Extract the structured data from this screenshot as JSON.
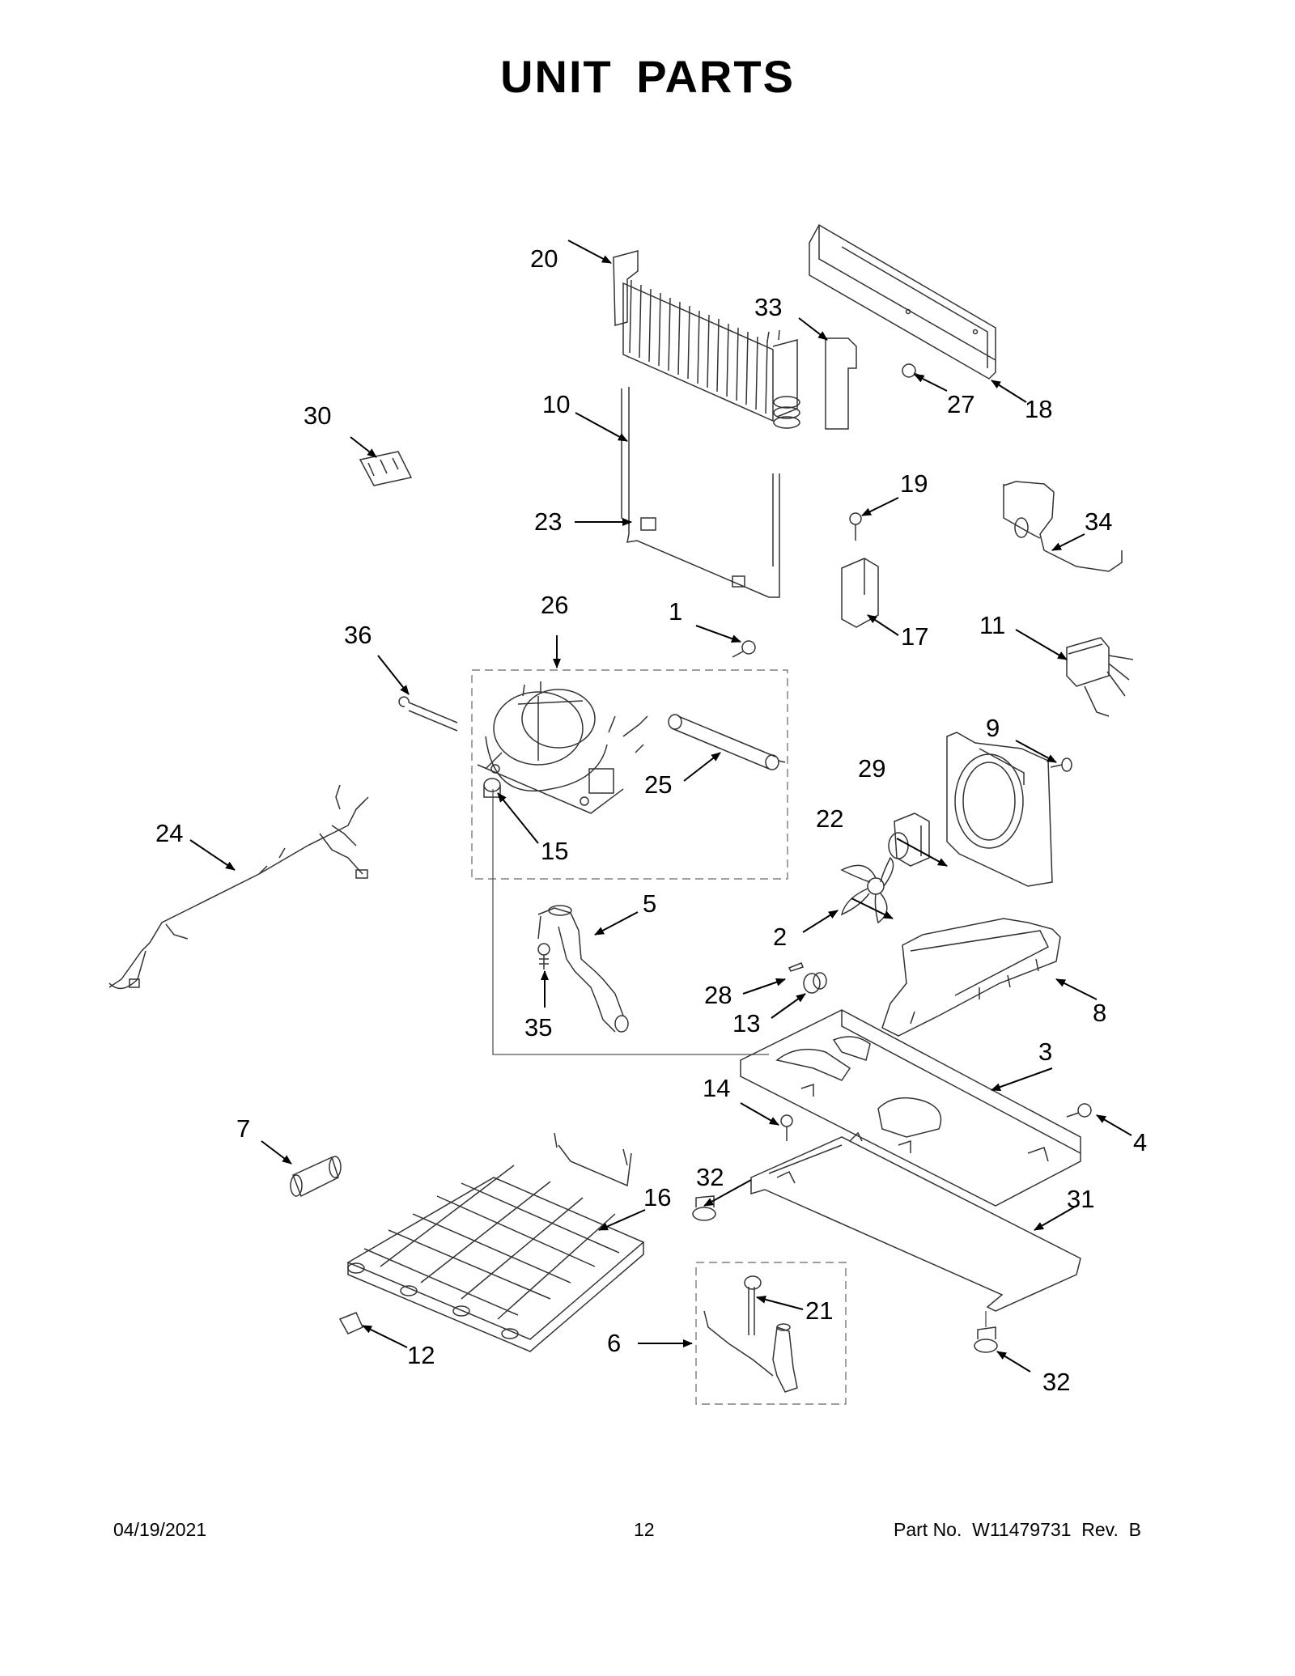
{
  "title": "UNIT PARTS",
  "callouts": [
    "1",
    "2",
    "3",
    "4",
    "5",
    "6",
    "7",
    "8",
    "9",
    "10",
    "11",
    "12",
    "13",
    "14",
    "15",
    "16",
    "17",
    "18",
    "19",
    "20",
    "21",
    "22",
    "23",
    "24",
    "25",
    "26",
    "27",
    "28",
    "29",
    "30",
    "31",
    "32",
    "33",
    "34",
    "35",
    "36"
  ],
  "footer": {
    "date": "04/19/2021",
    "page": "12",
    "part": "Part No.  W11479731  Rev.  B"
  }
}
